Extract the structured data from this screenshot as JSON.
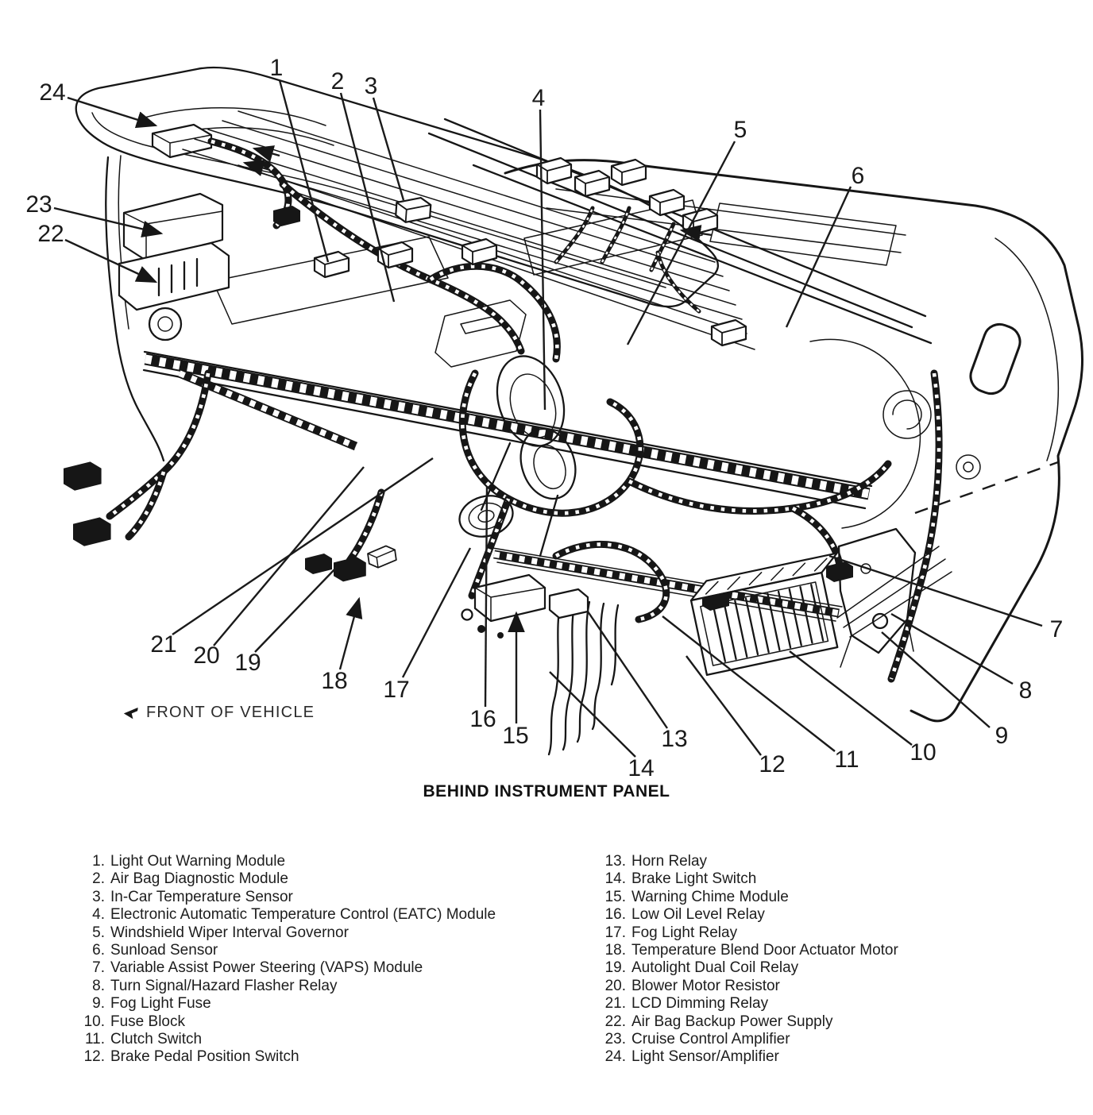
{
  "labels": {
    "front_of_vehicle": "FRONT OF VEHICLE",
    "caption": "BEHIND INSTRUMENT PANEL"
  },
  "colors": {
    "ink": "#161616",
    "paper": "#ffffff"
  },
  "callouts": [
    {
      "num": "1"
    },
    {
      "num": "2"
    },
    {
      "num": "3"
    },
    {
      "num": "4"
    },
    {
      "num": "5"
    },
    {
      "num": "6"
    },
    {
      "num": "7"
    },
    {
      "num": "8"
    },
    {
      "num": "9"
    },
    {
      "num": "10"
    },
    {
      "num": "11"
    },
    {
      "num": "12"
    },
    {
      "num": "13"
    },
    {
      "num": "14"
    },
    {
      "num": "15"
    },
    {
      "num": "16"
    },
    {
      "num": "17"
    },
    {
      "num": "18"
    },
    {
      "num": "19"
    },
    {
      "num": "20"
    },
    {
      "num": "21"
    },
    {
      "num": "22"
    },
    {
      "num": "23"
    },
    {
      "num": "24"
    }
  ],
  "legend": {
    "left": [
      {
        "num": "1.",
        "label": "Light Out Warning Module"
      },
      {
        "num": "2.",
        "label": "Air Bag Diagnostic Module"
      },
      {
        "num": "3.",
        "label": "In-Car Temperature Sensor"
      },
      {
        "num": "4.",
        "label": "Electronic Automatic Temperature Control (EATC) Module"
      },
      {
        "num": "5.",
        "label": "Windshield Wiper Interval Governor"
      },
      {
        "num": "6.",
        "label": "Sunload Sensor"
      },
      {
        "num": "7.",
        "label": "Variable Assist Power Steering (VAPS) Module"
      },
      {
        "num": "8.",
        "label": "Turn Signal/Hazard Flasher Relay"
      },
      {
        "num": "9.",
        "label": "Fog Light Fuse"
      },
      {
        "num": "10.",
        "label": "Fuse Block"
      },
      {
        "num": "11.",
        "label": "Clutch Switch"
      },
      {
        "num": "12.",
        "label": "Brake Pedal Position Switch"
      }
    ],
    "right": [
      {
        "num": "13.",
        "label": "Horn Relay"
      },
      {
        "num": "14.",
        "label": "Brake Light Switch"
      },
      {
        "num": "15.",
        "label": "Warning Chime Module"
      },
      {
        "num": "16.",
        "label": "Low Oil Level Relay"
      },
      {
        "num": "17.",
        "label": "Fog Light Relay"
      },
      {
        "num": "18.",
        "label": "Temperature Blend Door Actuator Motor"
      },
      {
        "num": "19.",
        "label": "Autolight Dual Coil Relay"
      },
      {
        "num": "20.",
        "label": "Blower Motor Resistor"
      },
      {
        "num": "21.",
        "label": "LCD Dimming Relay"
      },
      {
        "num": "22.",
        "label": "Air Bag Backup Power Supply"
      },
      {
        "num": "23.",
        "label": "Cruise Control Amplifier"
      },
      {
        "num": "24.",
        "label": "Light Sensor/Amplifier"
      }
    ]
  }
}
